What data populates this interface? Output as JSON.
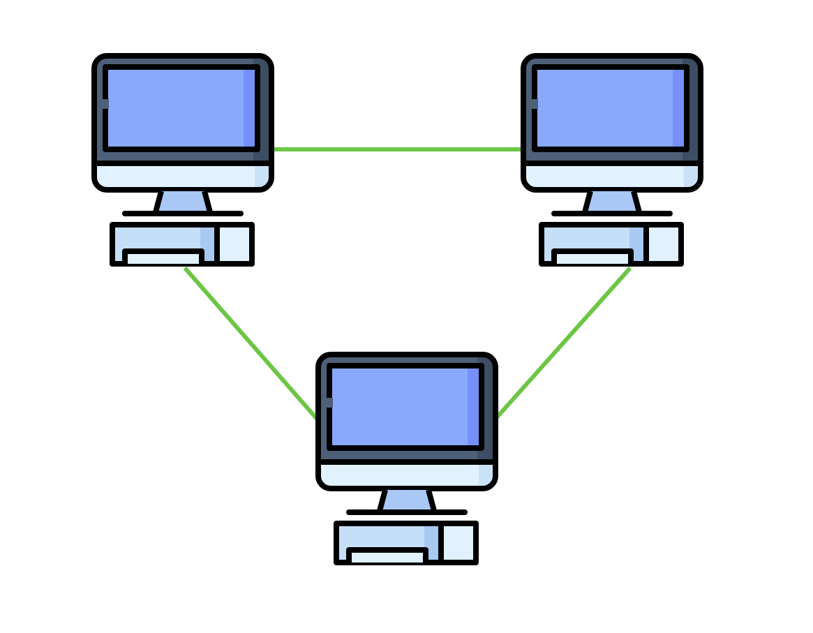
{
  "diagram": {
    "type": "network-topology",
    "nodes": [
      {
        "id": "computer-top-left",
        "icon": "desktop-computer-icon"
      },
      {
        "id": "computer-top-right",
        "icon": "desktop-computer-icon"
      },
      {
        "id": "computer-bottom",
        "icon": "desktop-computer-icon"
      }
    ],
    "links": [
      {
        "from": "computer-top-left",
        "to": "computer-top-right"
      },
      {
        "from": "computer-top-left",
        "to": "computer-bottom"
      },
      {
        "from": "computer-top-right",
        "to": "computer-bottom"
      }
    ],
    "colors": {
      "link": "#6cc644",
      "outline": "#000000",
      "bezel": "#4e5f78",
      "bezel_shade": "#3d4d63",
      "screen": "#8aa9fd",
      "screen_shade": "#7690fb",
      "chin": "#e1f1fd",
      "chin_shade": "#c9e2f8",
      "stand": "#aac8f5",
      "case": "#c6dff9",
      "case_shade": "#a9c9f2",
      "case_panel": "#e1f1fd",
      "background": "#ffffff"
    }
  }
}
